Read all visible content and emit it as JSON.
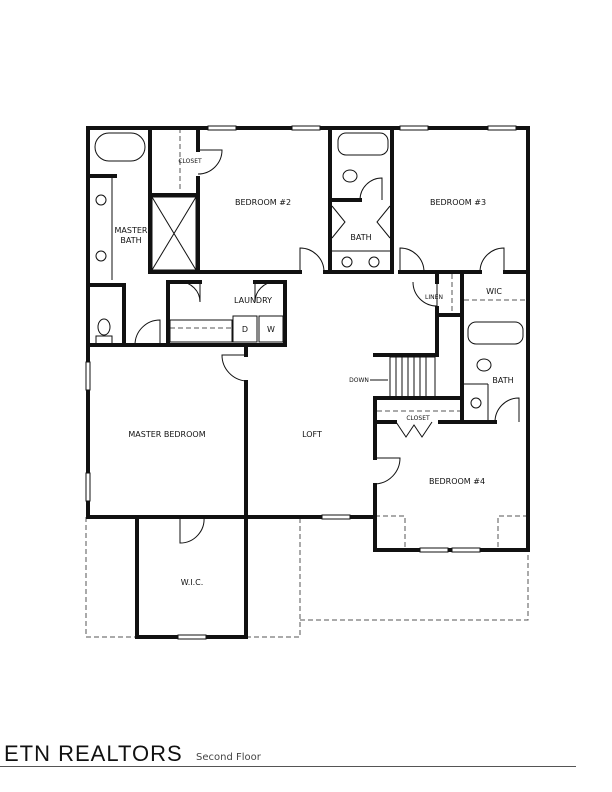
{
  "rooms": {
    "closet_top": "CLOSET",
    "bedroom2": "BEDROOM #2",
    "bath_hall": "BATH",
    "bedroom3": "BEDROOM #3",
    "master_bath_1": "MASTER",
    "master_bath_2": "BATH",
    "laundry": "LAUNDRY",
    "dryer": "D",
    "washer": "W",
    "linen": "LINEN",
    "wic_bed3": "WIC",
    "bath_bed4": "BATH",
    "down": "DOWN",
    "closet_bed4": "CLOSET",
    "master_bedroom": "MASTER BEDROOM",
    "loft": "LOFT",
    "bedroom4": "BEDROOM #4",
    "wic_master": "W.I.C."
  },
  "footer": {
    "logo": "ETN REALTORS",
    "caption": "Second Floor"
  },
  "colors": {
    "wall": "#111111",
    "dashed": "#555555"
  }
}
